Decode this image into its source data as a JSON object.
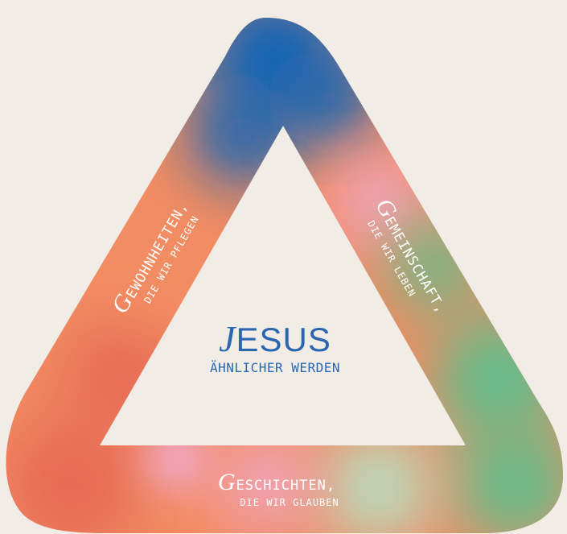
{
  "colors": {
    "background": "#f1ede6",
    "blue": "#1565b4",
    "orange": "#f28c62",
    "coral": "#e66a55",
    "pink": "#f0a8c8",
    "green": "#62bd8a",
    "mint": "#b8ddc0",
    "text_blue": "#2a67b0",
    "text_white": "#ffffff"
  },
  "center": {
    "initial": "J",
    "title_rest": "ESUS",
    "subtitle": "ÄHNLICHER WERDEN"
  },
  "sides": {
    "left": {
      "initial": "G",
      "line1_rest": "EWOHNHEITEN,",
      "line2": "DIE WIR PFLEGEN"
    },
    "right": {
      "initial": "G",
      "line1_rest": "EMEINSCHAFT,",
      "line2": "DIE WIR LEBEN"
    },
    "bottom": {
      "initial": "G",
      "line1_rest": "ESCHICHTEN,",
      "line2": "DIE WIR GLAUBEN"
    }
  }
}
